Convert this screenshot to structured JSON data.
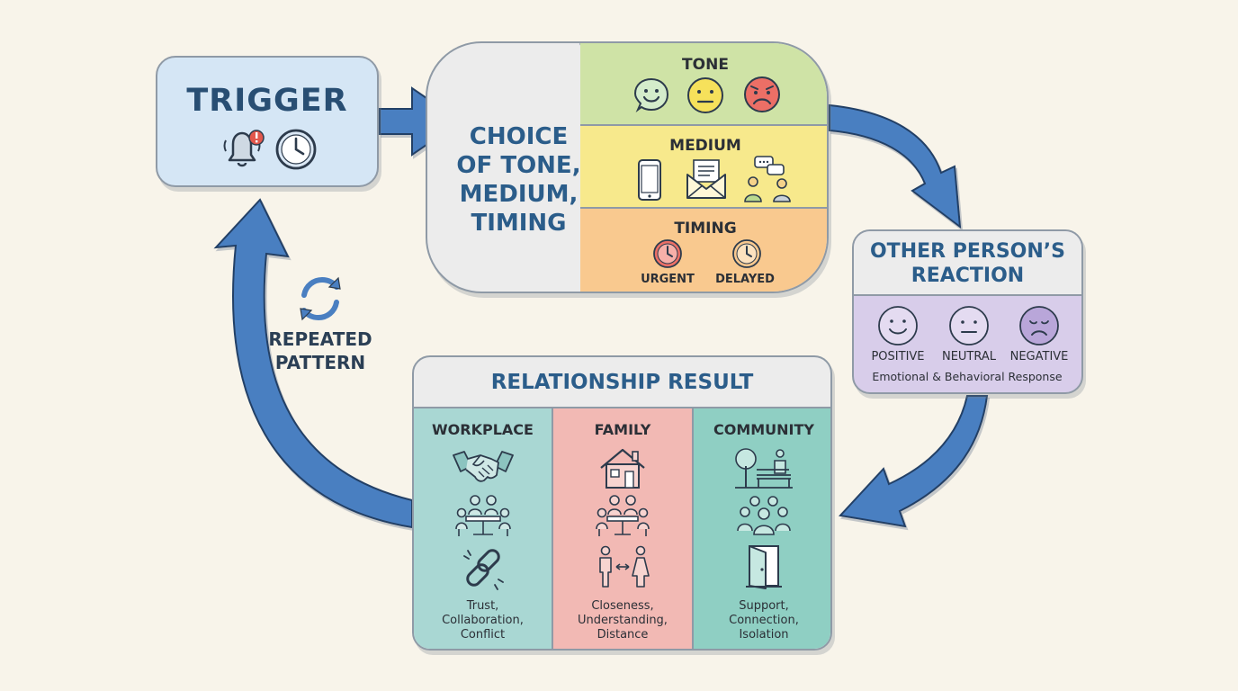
{
  "trigger": {
    "title": "TRIGGER",
    "icons": [
      "bell-alert-icon",
      "clock-icon"
    ]
  },
  "choice": {
    "label_lines": [
      "CHOICE",
      "OF TONE,",
      "MEDIUM,",
      "TIMING"
    ],
    "tone": {
      "title": "TONE",
      "icons": [
        "happy-face-icon",
        "neutral-face-icon",
        "sad-face-icon"
      ]
    },
    "medium": {
      "title": "MEDIUM",
      "icons": [
        "phone-icon",
        "envelope-icon",
        "conversation-icon"
      ]
    },
    "timing": {
      "title": "TIMING",
      "urgent": "URGENT",
      "delayed": "DELAYED"
    }
  },
  "reaction": {
    "title_line1": "OTHER PERSON’S",
    "title_line2": "REACTION",
    "positive": "POSITIVE",
    "neutral": "NEUTRAL",
    "negative": "NEGATIVE",
    "caption": "Emotional & Behavioral Response"
  },
  "result": {
    "title": "RELATIONSHIP RESULT",
    "workplace": {
      "title": "WORKPLACE",
      "desc": [
        "Trust,",
        "Collaboration,",
        "Conflict"
      ]
    },
    "family": {
      "title": "FAMILY",
      "desc": [
        "Closeness,",
        "Understanding,",
        "Distance"
      ]
    },
    "community": {
      "title": "COMMUNITY",
      "desc": [
        "Support,",
        "Connection,",
        "Isolation"
      ]
    }
  },
  "loop": {
    "label_line1": "REPEATED",
    "label_line2": "PATTERN"
  },
  "colors": {
    "arrow": "#4a7fc1",
    "tone_band": "#cfe3a6",
    "medium_band": "#f7e98c",
    "timing_band": "#f9c98f",
    "reaction_body": "#d8cdea",
    "workplace": "#a9d7d3",
    "family": "#f2b9b4",
    "community": "#8fcfc3"
  }
}
